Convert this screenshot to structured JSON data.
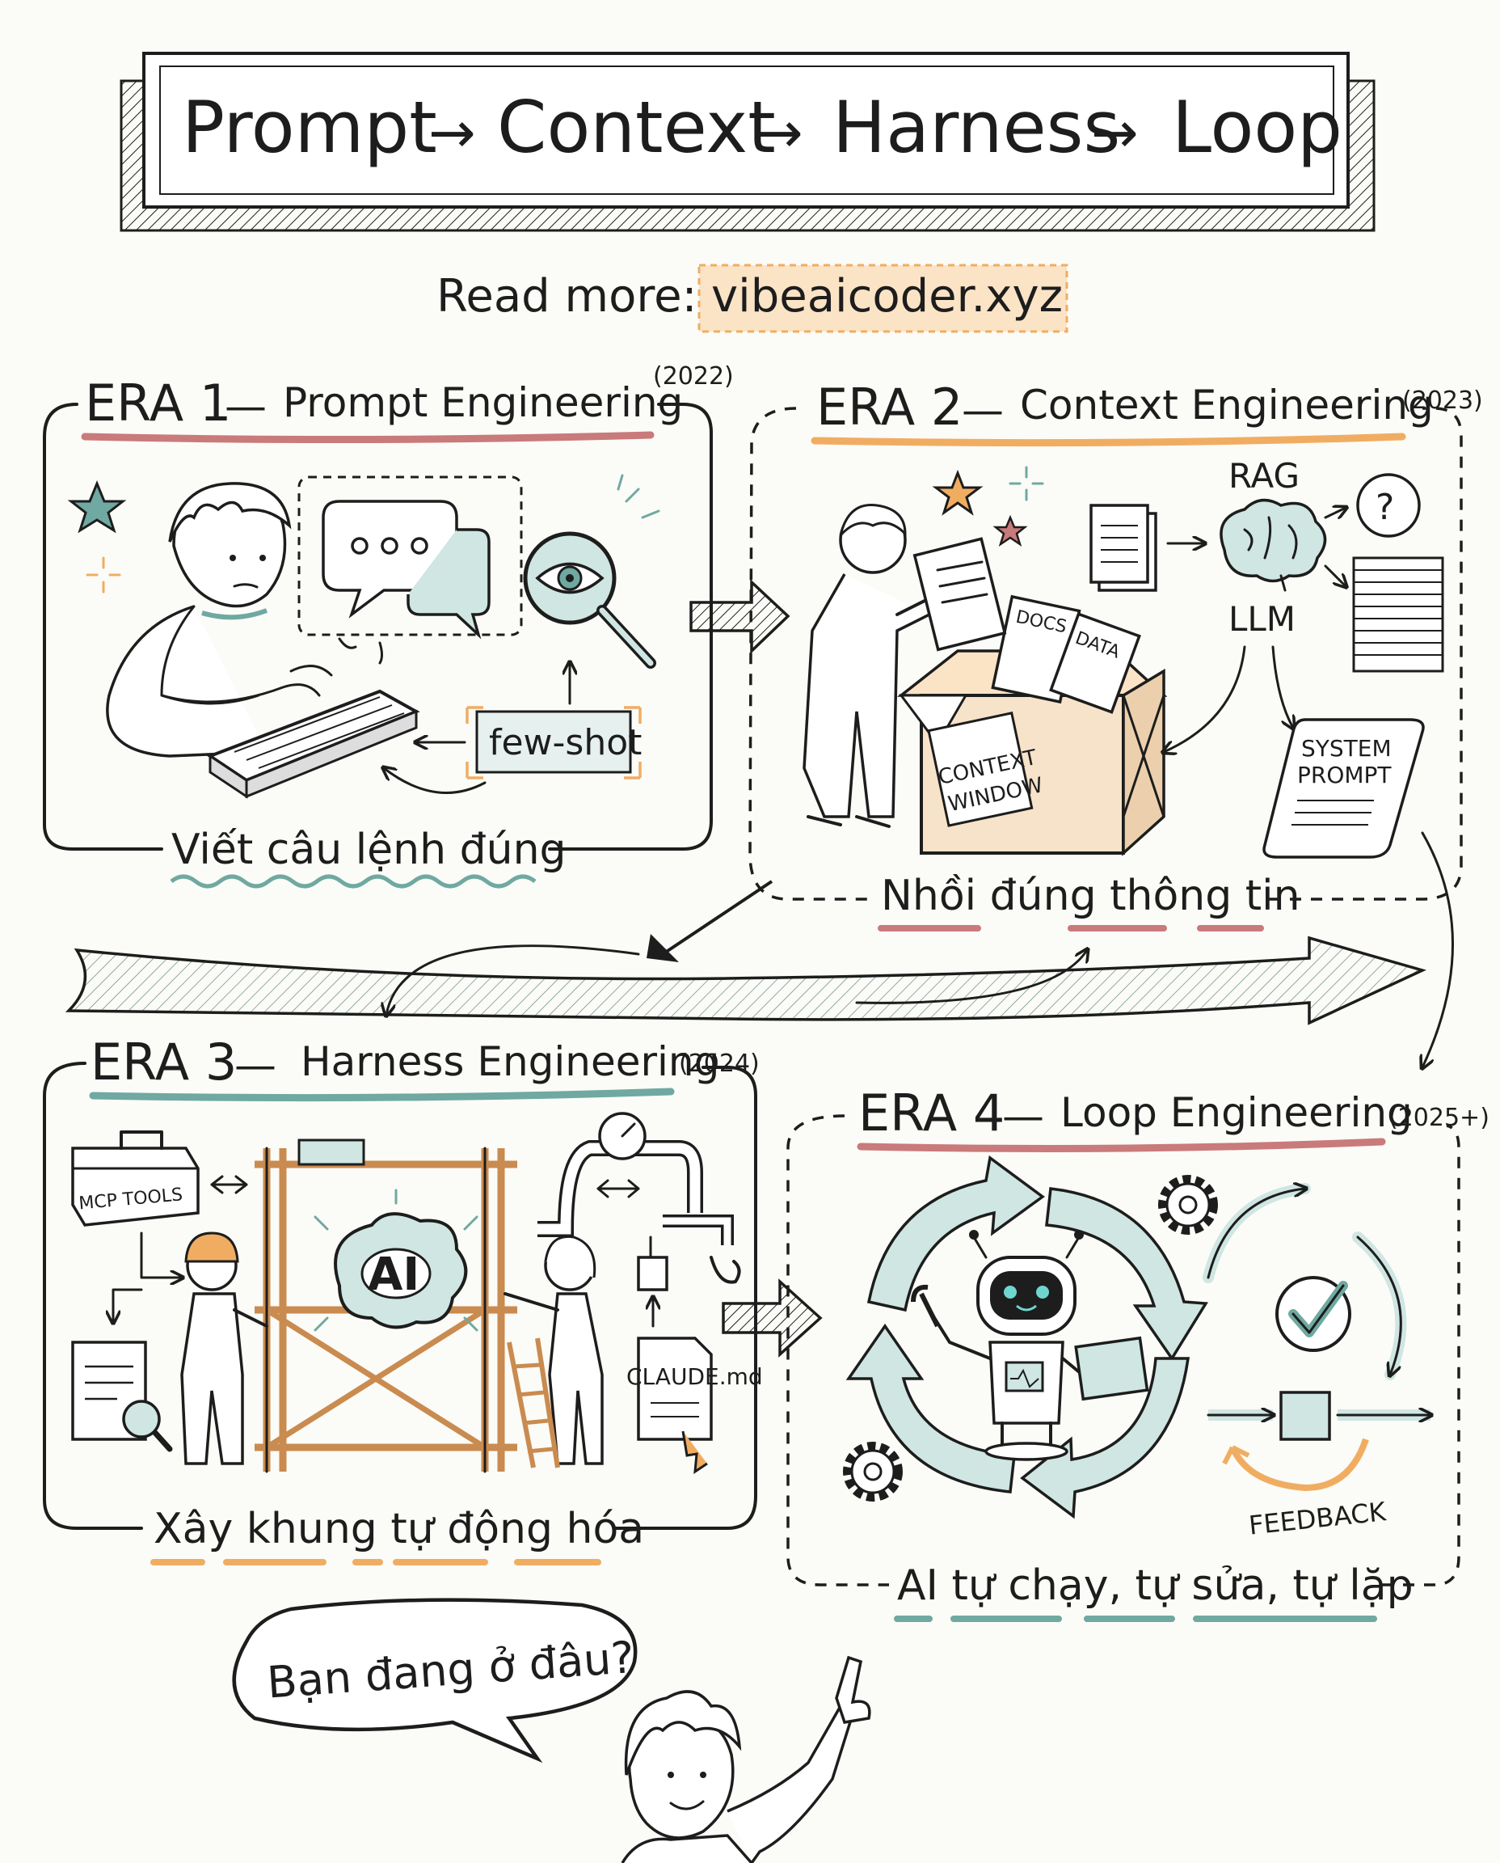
{
  "title": {
    "prompt": "Prompt",
    "arrow": "→",
    "context": "Context",
    "harness": "Harness",
    "loop": "Loop"
  },
  "read_more": {
    "label": "Read more:",
    "url": "vibeaicoder.xyz"
  },
  "eras": [
    {
      "era": "ERA 1",
      "dash": "—",
      "name": "Prompt Engineering",
      "year": "(2022)",
      "caption": "Viết câu lệnh đúng",
      "labels": {
        "few_shot": "few-shot"
      },
      "underline_color": "#c97a7a"
    },
    {
      "era": "ERA 2",
      "dash": "—",
      "name": "Context Engineering",
      "year": "(2023)",
      "caption": "Nhồi đúng thông tin",
      "labels": {
        "rag": "RAG",
        "llm": "LLM",
        "docs": "DOCS",
        "data": "DATA",
        "context": "CONTEXT",
        "window": "WINDOW",
        "system": "SYSTEM",
        "prompt": "PROMPT"
      },
      "underline_color": "#f0ad62"
    },
    {
      "era": "ERA 3",
      "dash": "—",
      "name": "Harness Engineering",
      "year": "(2024)",
      "caption": "Xây khung tự động hóa",
      "labels": {
        "mcp_tools": "MCP TOOLS",
        "ai": "AI",
        "claude_md": "CLAUDE.md"
      },
      "underline_color": "#6fa9a1"
    },
    {
      "era": "ERA 4",
      "dash": "—",
      "name": "Loop Engineering",
      "year": "(2025+)",
      "caption": "AI tự chạy, tự sửa, tự lặp",
      "labels": {
        "feedback": "FEEDBACK"
      },
      "underline_color": "#c97a7a"
    }
  ],
  "speech": "Bạn đang ở đâu?",
  "colors": {
    "teal": "#cfe6e2",
    "teal_dark": "#6fa9a1",
    "orange": "#f0ad62",
    "red": "#c97a7a",
    "highlight": "#fbe3c6"
  }
}
